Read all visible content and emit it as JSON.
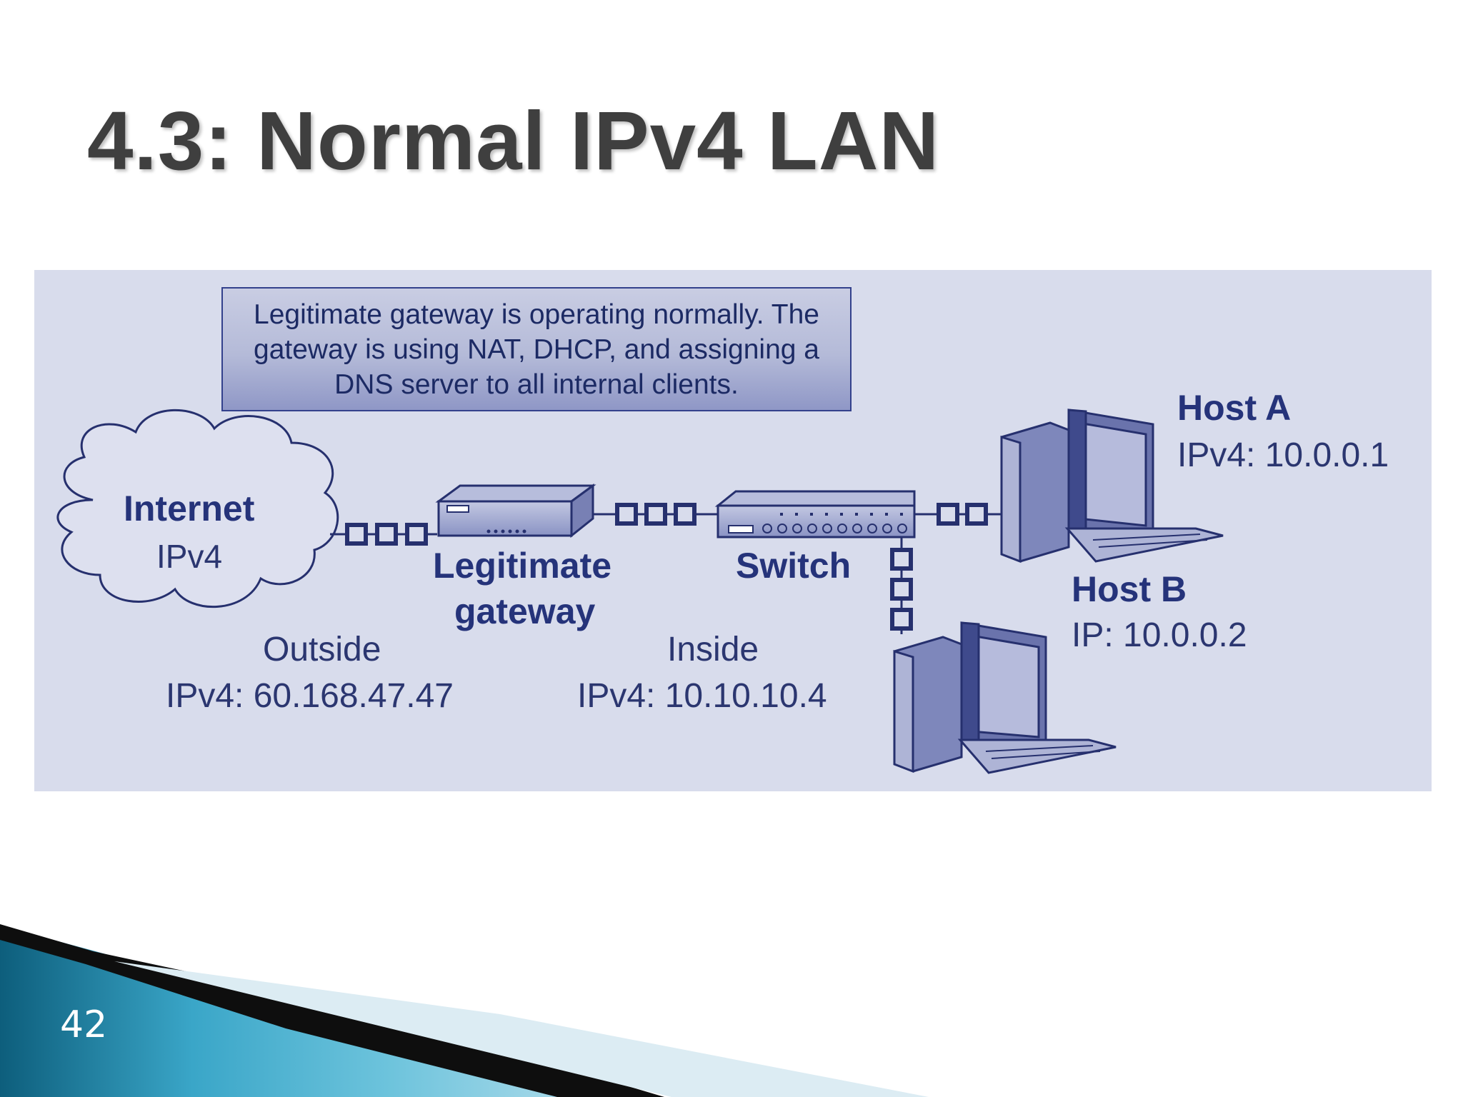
{
  "slide": {
    "title": "4.3: Normal IPv4 LAN",
    "number": "42"
  },
  "diagram": {
    "caption": "Legitimate gateway is operating normally. The gateway is using NAT, DHCP, and assigning a DNS server to all internal clients.",
    "internet": {
      "title": "Internet",
      "subtitle": "IPv4"
    },
    "gateway": {
      "label_line1": "Legitimate",
      "label_line2": "gateway"
    },
    "switch": {
      "label": "Switch"
    },
    "outside": {
      "label": "Outside",
      "address": "IPv4: 60.168.47.47"
    },
    "inside": {
      "label": "Inside",
      "address": "IPv4: 10.10.10.4"
    },
    "host_a": {
      "name": "Host A",
      "address": "IPv4: 10.0.0.1"
    },
    "host_b": {
      "name": "Host B",
      "address": "IP: 10.0.0.2"
    },
    "colors": {
      "panel": "#d8dcec",
      "device_fill": "#9aa2cc",
      "device_stroke": "#26306e",
      "label_bold": "#25337a",
      "label_regular": "#2b3670"
    }
  }
}
